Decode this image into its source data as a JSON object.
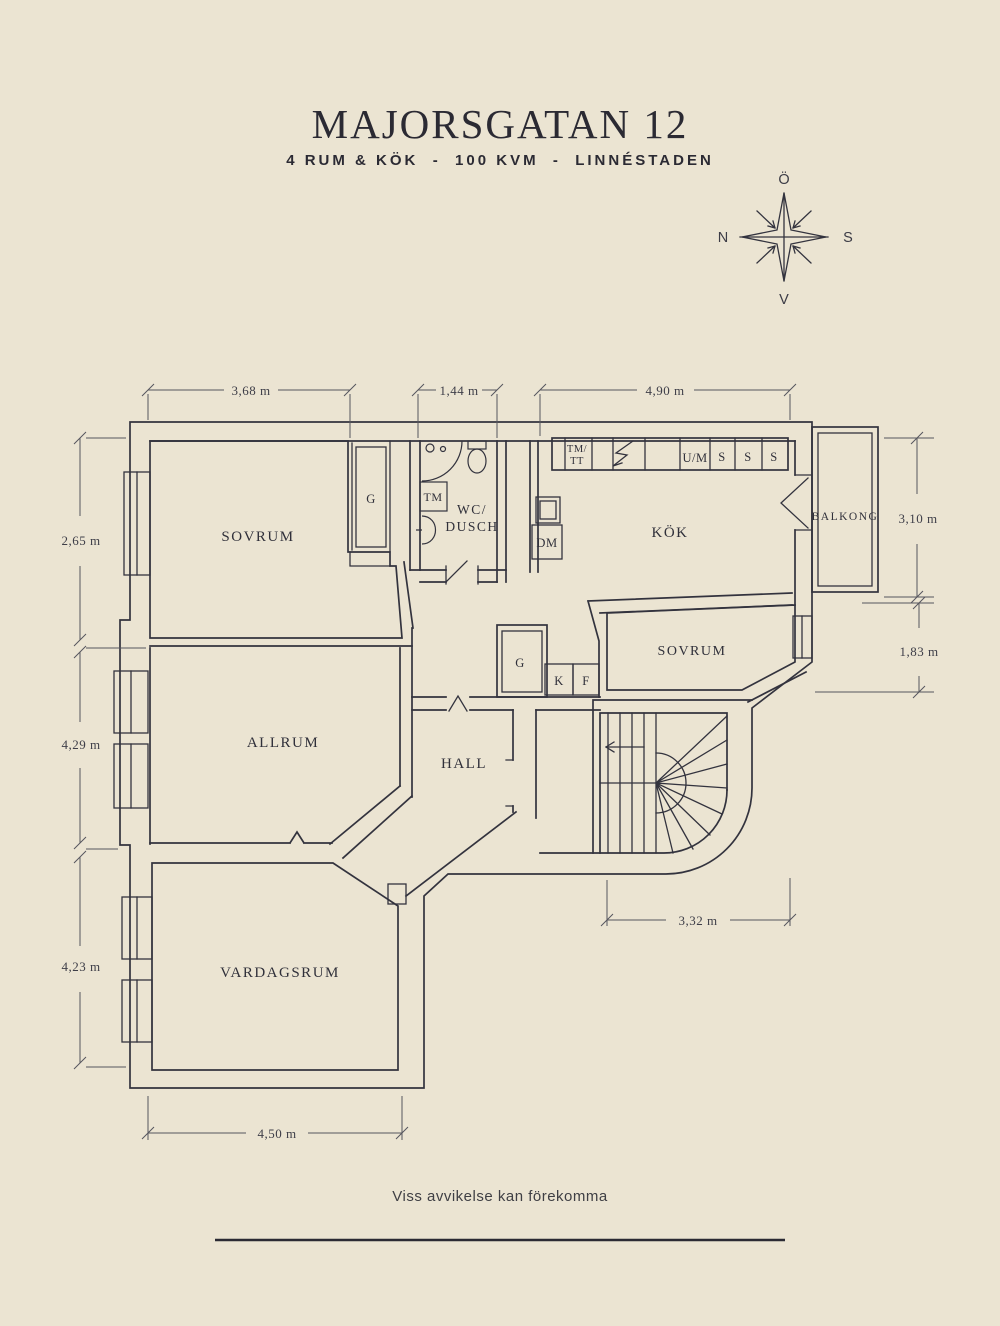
{
  "header": {
    "title": "MAJORSGATAN 12",
    "subtitle": "4 RUM & KÖK  -  100 KVM  -  LINNÉSTADEN"
  },
  "compass": {
    "top": "Ö",
    "right": "S",
    "bottom": "V",
    "left": "N"
  },
  "rooms": {
    "sovrum_1": "SOVRUM",
    "sovrum_2": "SOVRUM",
    "kok": "KÖK",
    "balkong": "BALKONG",
    "allrum": "ALLRUM",
    "hall": "HALL",
    "vardagsrum": "VARDAGSRUM",
    "wc_dusch_line1": "WC/",
    "wc_dusch_line2": "DUSCH"
  },
  "fixtures": {
    "g_sovrum": "G",
    "g_hall": "G",
    "tm": "TM",
    "dm": "DM",
    "tm_tt_line1": "TM/",
    "tm_tt_line2": "TT",
    "um": "U/M",
    "s": [
      "S",
      "S",
      "S"
    ],
    "k": "K",
    "f": "F"
  },
  "dimensions": {
    "top_left": "3,68 m",
    "top_middle": "1,44 m",
    "top_right": "4,90 m",
    "right_upper": "3,10 m",
    "right_lower": "1,83 m",
    "left_upper": "2,65 m",
    "left_middle": "4,29 m",
    "left_lower": "4,23 m",
    "bottom_left": "4,50 m",
    "bottom_right": "3,32 m"
  },
  "footer": {
    "disclaimer": "Viss avvikelse kan förekomma"
  },
  "colors": {
    "background": "#EBE4D2",
    "line": "#33333E",
    "dim_line": "#56565E",
    "text": "#2E2D36"
  }
}
